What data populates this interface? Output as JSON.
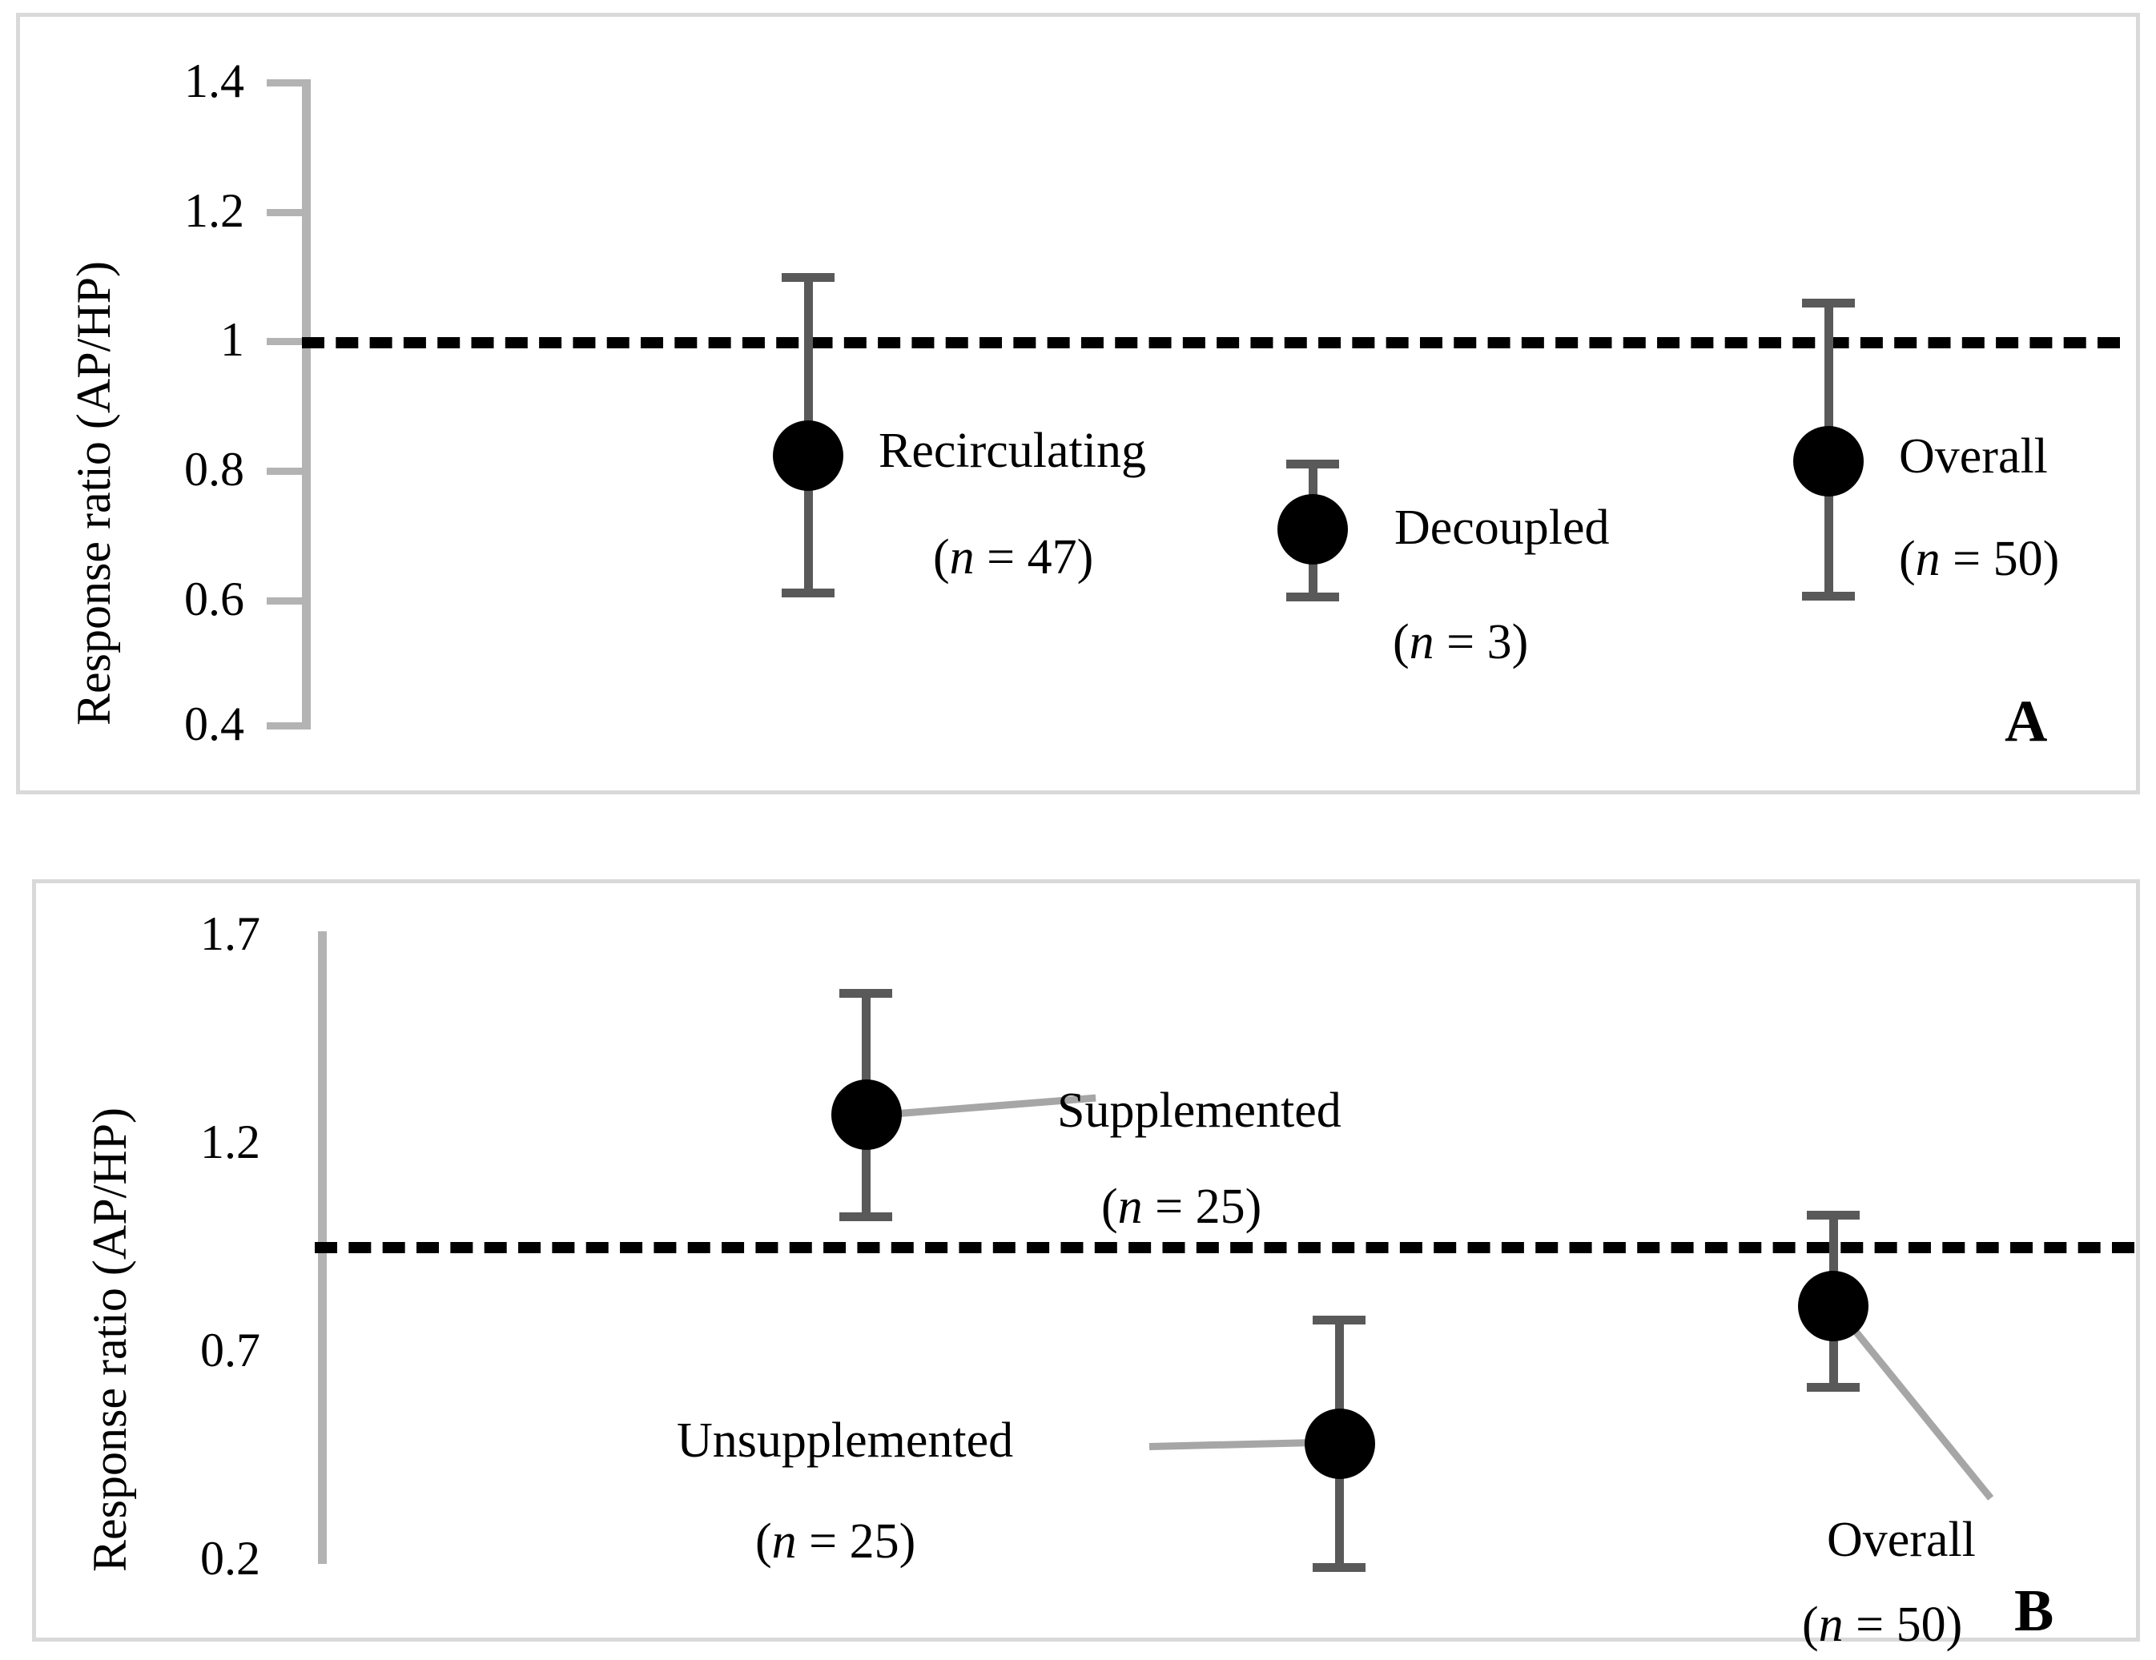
{
  "figure": {
    "background": "#ffffff",
    "panel_border_color": "#d9d9d9",
    "axis_color": "#b3b3b3",
    "errorbar_color": "#595959",
    "marker_color": "#000000",
    "leader_color": "#a6a6a6",
    "refline_color": "#000000"
  },
  "panel_a": {
    "letter": "A",
    "ylabel": "Response ratio (AP/HP)",
    "yticks": [
      "1.4",
      "1.2",
      "1",
      "0.8",
      "0.6",
      "0.4"
    ],
    "points": [
      {
        "label": "Recirculating",
        "n_text": "(n = 47)",
        "n": 47,
        "value": 0.83,
        "ci_low": 0.58,
        "ci_high": 1.09
      },
      {
        "label": "Decoupled",
        "n_text": "(n = 3)",
        "n": 3,
        "value": 0.73,
        "ci_low": 0.65,
        "ci_high": 0.86
      },
      {
        "label": "Overall",
        "n_text": "(n = 50)",
        "n": 50,
        "value": 0.82,
        "ci_low": 0.59,
        "ci_high": 1.06
      }
    ]
  },
  "panel_b": {
    "letter": "B",
    "ylabel": "Response ratio (AP/HP)",
    "yticks": [
      "1.7",
      "1.2",
      "0.7",
      "0.2"
    ],
    "points": [
      {
        "label": "Supplemented",
        "n_text": "(n = 25)",
        "n": 25,
        "value": 1.3,
        "ci_low": 1.02,
        "ci_high": 1.58
      },
      {
        "label": "Unsupplemented",
        "n_text": "(n = 25)",
        "n": 25,
        "value": 0.53,
        "ci_low": 0.22,
        "ci_high": 0.82
      },
      {
        "label": "Overall",
        "n_text": "(n = 50)",
        "n": 50,
        "value": 0.8,
        "ci_low": 0.59,
        "ci_high": 1.02
      }
    ]
  },
  "chart_data": [
    {
      "type": "scatter",
      "panel": "A",
      "title": "",
      "xlabel": "",
      "ylabel": "Response ratio (AP/HP)",
      "ylim": [
        0.4,
        1.4
      ],
      "ytick_values": [
        0.4,
        0.6,
        0.8,
        1.0,
        1.2,
        1.4
      ],
      "ytick_labels": [
        "0.4",
        "0.6",
        "0.8",
        "1",
        "1.2",
        "1.4"
      ],
      "grid": false,
      "legend": "none",
      "reference_line": {
        "y": 1.0,
        "style": "dashed",
        "color": "#000000"
      },
      "categories": [
        "Recirculating",
        "Decoupled",
        "Overall"
      ],
      "values": [
        0.83,
        0.73,
        0.82
      ],
      "error_low": [
        0.58,
        0.65,
        0.59
      ],
      "error_high": [
        1.09,
        0.86,
        1.06
      ],
      "annotations": [
        "(n = 47)",
        "(n = 3)",
        "(n = 50)"
      ]
    },
    {
      "type": "scatter",
      "panel": "B",
      "title": "",
      "xlabel": "",
      "ylabel": "Response ratio (AP/HP)",
      "ylim": [
        0.2,
        1.7
      ],
      "ytick_values": [
        0.2,
        0.7,
        1.2,
        1.7
      ],
      "ytick_labels": [
        "0.2",
        "0.7",
        "1.2",
        "1.7"
      ],
      "grid": false,
      "legend": "none",
      "reference_line": {
        "y": 1.0,
        "style": "dashed",
        "color": "#000000"
      },
      "categories": [
        "Supplemented",
        "Unsupplemented",
        "Overall"
      ],
      "values": [
        1.3,
        0.53,
        0.8
      ],
      "error_low": [
        1.02,
        0.22,
        0.59
      ],
      "error_high": [
        1.58,
        0.82,
        1.02
      ],
      "annotations": [
        "(n = 25)",
        "(n = 25)",
        "(n = 50)"
      ]
    }
  ]
}
